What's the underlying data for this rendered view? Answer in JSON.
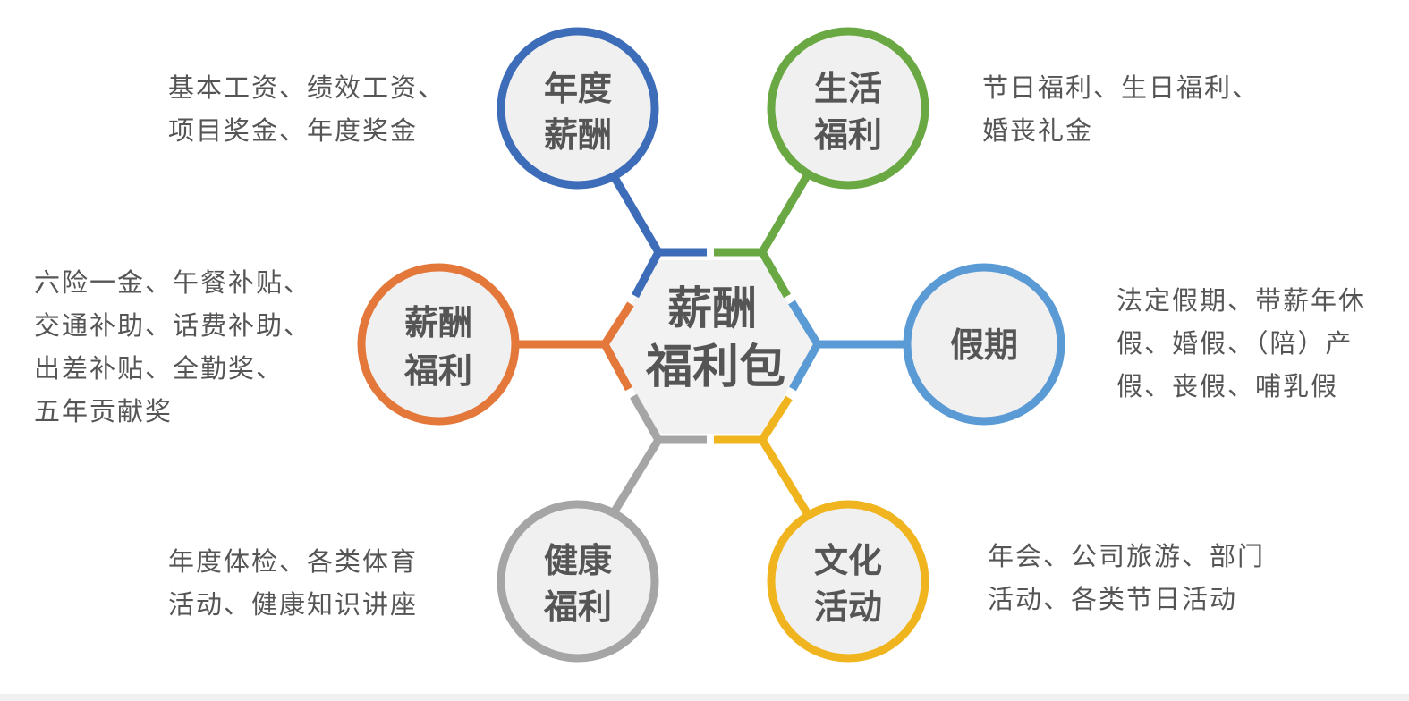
{
  "center": {
    "line1": "薪酬",
    "line2": "福利包"
  },
  "nodes": [
    {
      "id": "annual-salary",
      "line1": "年度",
      "line2": "薪酬",
      "color": "#3d6cb9",
      "description": [
        "基本工资、绩效工资、",
        "项目奖金、年度奖金"
      ]
    },
    {
      "id": "life-benefits",
      "line1": "生活",
      "line2": "福利",
      "color": "#6aa843",
      "description": [
        "节日福利、生日福利、",
        "婚丧礼金"
      ]
    },
    {
      "id": "vacation",
      "line1": "假期",
      "line2": "",
      "color": "#5b9bd5",
      "description": [
        "法定假期、带薪年休",
        "假、婚假、（陪）产",
        "假、丧假、哺乳假"
      ]
    },
    {
      "id": "cultural-activities",
      "line1": "文化",
      "line2": "活动",
      "color": "#f0b51e",
      "description": [
        "年会、公司旅游、部门",
        "活动、各类节日活动"
      ]
    },
    {
      "id": "health-benefits",
      "line1": "健康",
      "line2": "福利",
      "color": "#a5a5a5",
      "description": [
        "年度体检、各类体育",
        "活动、健康知识讲座"
      ]
    },
    {
      "id": "salary-benefits",
      "line1": "薪酬",
      "line2": "福利",
      "color": "#e4773a",
      "description": [
        "六险一金、午餐补贴、",
        "交通补助、话费补助、",
        "出差补贴、全勤奖、",
        "五年贡献奖"
      ]
    }
  ]
}
